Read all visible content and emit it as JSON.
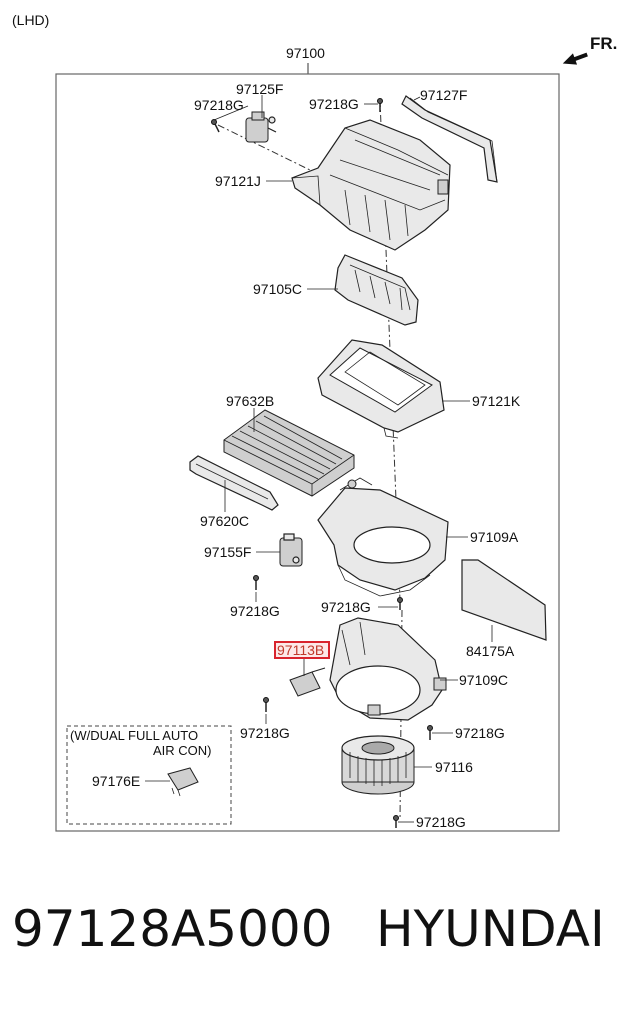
{
  "header": {
    "variant": "(LHD)",
    "direction": "FR."
  },
  "diagram": {
    "assembly_number": "97100",
    "labels": {
      "l_97125F": "97125F",
      "l_97218G_a": "97218G",
      "l_97218G_b": "97218G",
      "l_97127F": "97127F",
      "l_97121J": "97121J",
      "l_97105C": "97105C",
      "l_97121K": "97121K",
      "l_97632B": "97632B",
      "l_97620C": "97620C",
      "l_97109A": "97109A",
      "l_97155F": "97155F",
      "l_97218G_c": "97218G",
      "l_97218G_d": "97218G",
      "l_84175A": "84175A",
      "l_97113B": "97113B",
      "l_97109C": "97109C",
      "l_97218G_e": "97218G",
      "l_97218G_f": "97218G",
      "l_97116": "97116",
      "l_97218G_g": "97218G",
      "l_97176E": "97176E"
    },
    "option_box": {
      "line1": "(W/DUAL FULL AUTO",
      "line2": "AIR CON)"
    },
    "highlight_color": "#d9232d"
  },
  "footer": {
    "part_number": "97128A5000",
    "brand": "HYUNDAI"
  }
}
